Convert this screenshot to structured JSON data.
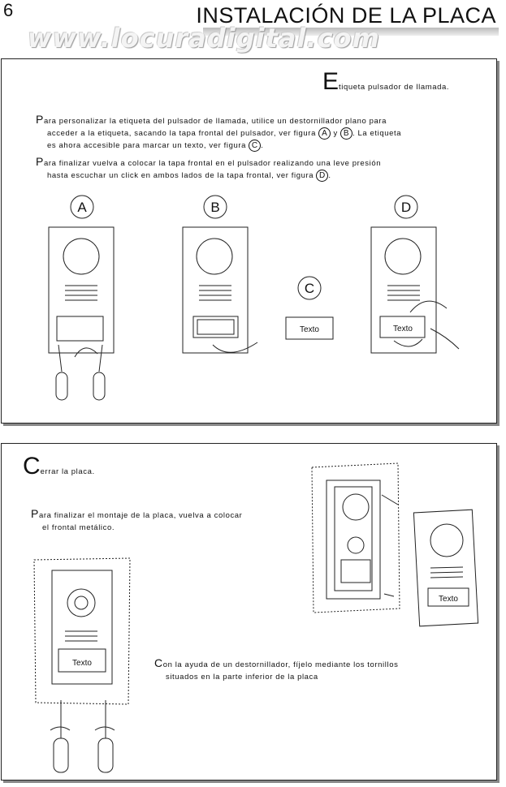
{
  "page": {
    "number": "6",
    "header": "INSTALACIÓN DE LA PLACA",
    "watermark": "www.locuradigital.com"
  },
  "section_label": {
    "initial": "E",
    "title": "tiqueta pulsador de llamada.",
    "p1": [
      {
        "initial": "P",
        "text": "ara personalizar la etiqueta del pulsador de llamada, utilice un destornillador plano para"
      },
      {
        "text": "acceder a la etiqueta, sacando la tapa frontal del pulsador, ver figura"
      },
      {
        "text": "y"
      },
      {
        "text": ". La etiqueta"
      },
      {
        "text": "es ahora accesible para marcar un texto, ver figura"
      },
      {
        "text": "."
      }
    ],
    "p2": [
      {
        "initial": "P",
        "text": "ara finalizar vuelva a colocar la tapa frontal en el pulsador realizando una leve presión"
      },
      {
        "text": "hasta escuchar un click en ambos lados de la tapa frontal, ver figura"
      },
      {
        "text": "."
      }
    ],
    "refs": [
      "A",
      "B",
      "C",
      "D"
    ],
    "figures": [
      "A",
      "B",
      "C",
      "D"
    ],
    "label_text": "Texto"
  },
  "section_close": {
    "initial": "C",
    "title": "errar la placa.",
    "p1_initial": "P",
    "p1_line1": "ara finalizar el montaje de la placa, vuelva a colocar",
    "p1_line2": "el frontal metálico.",
    "p2_initial": "C",
    "p2_line1": "on la ayuda de un destornillador, fíjelo mediante los tornillos",
    "p2_line2": "situados en la parte inferior de la placa",
    "label_text": "Texto"
  }
}
